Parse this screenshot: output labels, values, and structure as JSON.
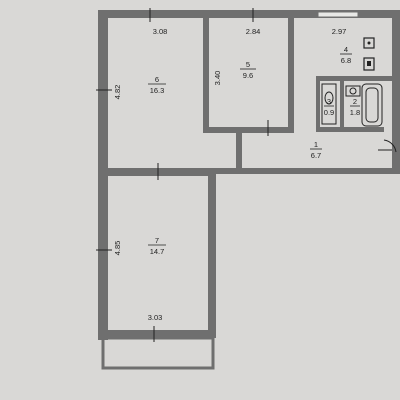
{
  "colors": {
    "paper": "#d9d8d6",
    "wall": "#6f6f6f",
    "wall_inner": "#e8e8e6",
    "ink": "#222222"
  },
  "rooms": [
    {
      "id": "r6",
      "number": "6",
      "area": "16.3"
    },
    {
      "id": "r5",
      "number": "5",
      "area": "9.6"
    },
    {
      "id": "r4",
      "number": "4",
      "area": "6.8"
    },
    {
      "id": "r3",
      "number": "3",
      "area": "0.9"
    },
    {
      "id": "r2",
      "number": "2",
      "area": "1.8"
    },
    {
      "id": "r1",
      "number": "1",
      "area": "6.7"
    },
    {
      "id": "r7",
      "number": "7",
      "area": "14.7"
    }
  ],
  "dimensions": {
    "top_room6": "3.08",
    "top_room5": "2.84",
    "top_room4": "2.97",
    "left_room6": "4.82",
    "left_room5": "3.40",
    "left_room7": "4.85",
    "bottom_room7": "3.03"
  },
  "icons": [
    "stove-icon",
    "sink-icon",
    "toilet-icon",
    "washbasin-icon",
    "bathtub-icon"
  ]
}
